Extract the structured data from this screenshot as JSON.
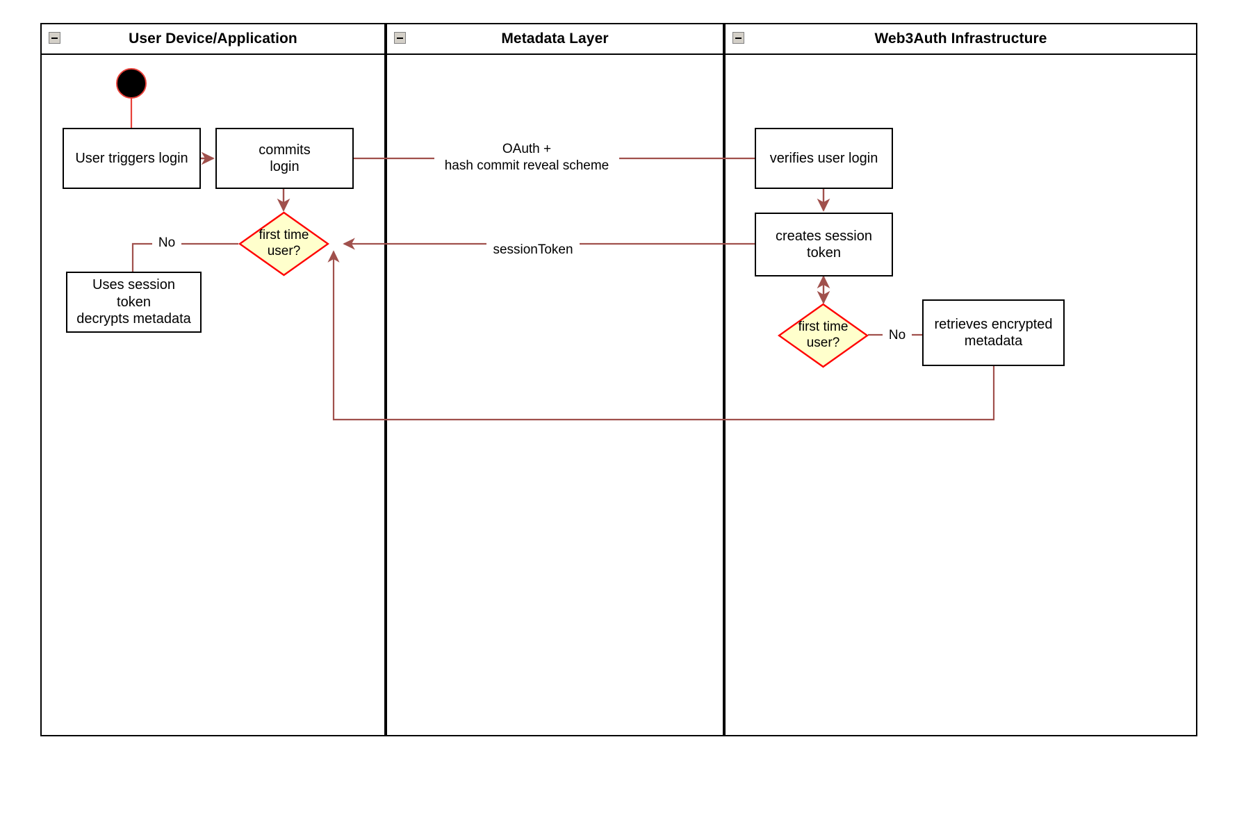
{
  "diagram": {
    "type": "swimlane-activity-diagram",
    "background_color": "#ffffff",
    "accent_color": "#a0504c",
    "decision_fill": "#ffffcc",
    "decision_stroke": "#ff0000",
    "node_stroke": "#000000"
  },
  "lanes": [
    {
      "id": "user-device",
      "title": "User Device/Application",
      "collapse_icon": "minus-icon"
    },
    {
      "id": "metadata-layer",
      "title": "Metadata Layer",
      "collapse_icon": "minus-icon"
    },
    {
      "id": "web3auth",
      "title": "Web3Auth Infrastructure",
      "collapse_icon": "minus-icon"
    }
  ],
  "nodes": {
    "start": {
      "icon": "start-node-icon",
      "label": ""
    },
    "user_triggers_login": {
      "label": "User triggers login"
    },
    "commits_login": {
      "label": "commits\nlogin"
    },
    "first_time_user_left": {
      "label": "first time\nuser?"
    },
    "uses_session_token": {
      "label": "Uses session\ntoken\ndecrypts metadata"
    },
    "verifies_user_login": {
      "label": "verifies user login"
    },
    "creates_session_token": {
      "label": "creates session\ntoken"
    },
    "first_time_user_right": {
      "label": "first time\nuser?"
    },
    "retrieves_encrypted_metadata": {
      "label": "retrieves encrypted\nmetadata"
    }
  },
  "edge_labels": {
    "oauth": "OAuth +\nhash commit reveal scheme",
    "session_token": "sessionToken",
    "no_left": "No",
    "no_right": "No"
  }
}
